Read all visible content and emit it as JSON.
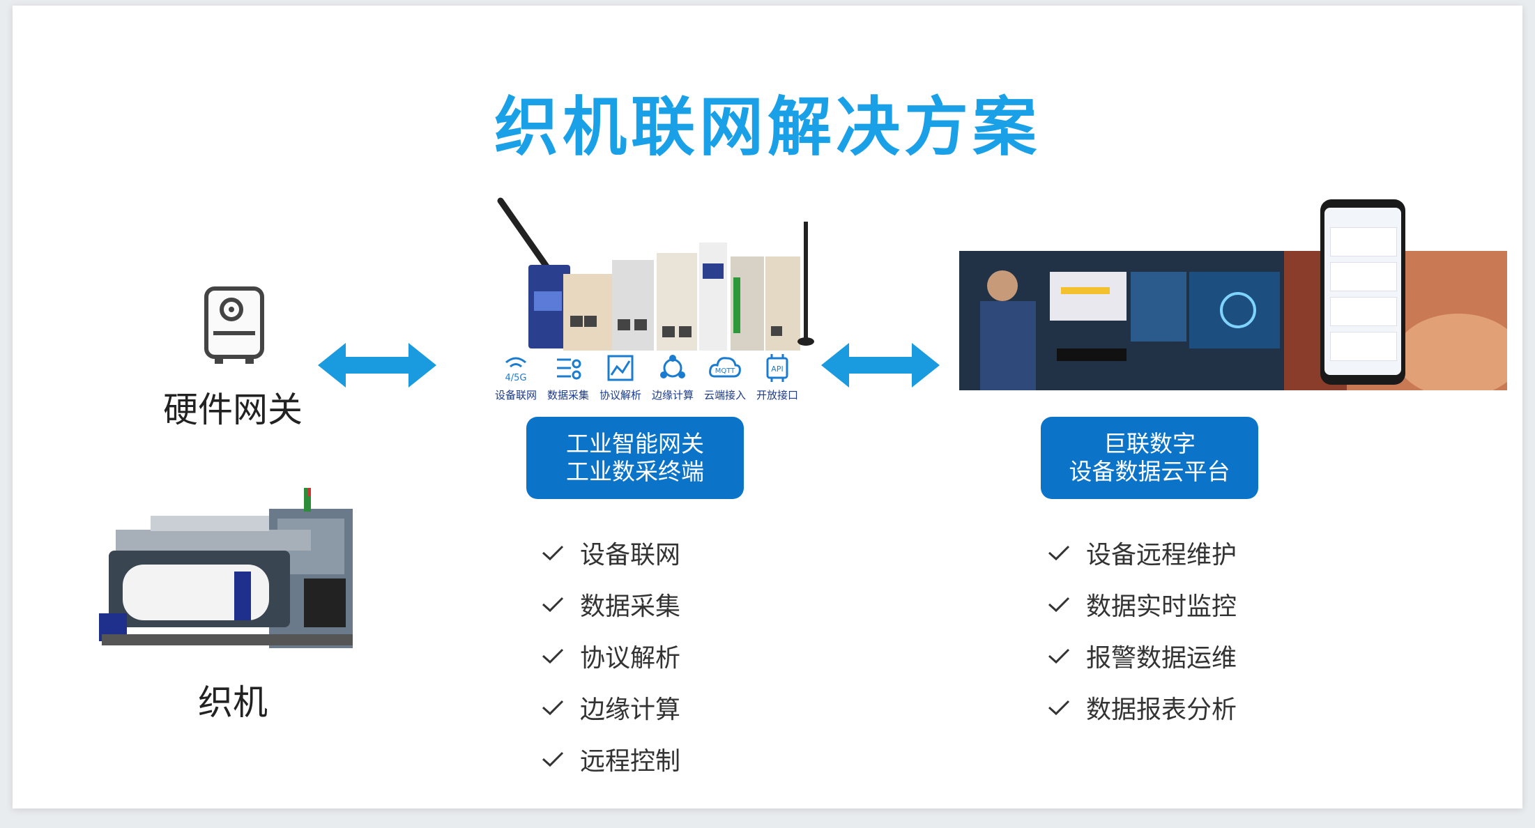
{
  "title": "织机联网解决方案",
  "left": {
    "gateway_label": "硬件网关",
    "loom_label": "织机"
  },
  "middle": {
    "features": [
      {
        "label": "设备联网",
        "icon": "wifi-4g5g-icon",
        "icon_text": "4/5G"
      },
      {
        "label": "数据采集",
        "icon": "data-collect-icon",
        "icon_text": ""
      },
      {
        "label": "协议解析",
        "icon": "chart-line-icon",
        "icon_text": ""
      },
      {
        "label": "边缘计算",
        "icon": "edge-nodes-icon",
        "icon_text": ""
      },
      {
        "label": "云端接入",
        "icon": "cloud-mqtt-icon",
        "icon_text": "MQTT"
      },
      {
        "label": "开放接口",
        "icon": "api-chip-icon",
        "icon_text": "API"
      }
    ],
    "pill_line1": "工业智能网关",
    "pill_line2": "工业数采终端",
    "items": [
      "设备联网",
      "数据采集",
      "协议解析",
      "边缘计算",
      "远程控制"
    ]
  },
  "right": {
    "pill_line1": "巨联数字",
    "pill_line2": "设备数据云平台",
    "items": [
      "设备远程维护",
      "数据实时监控",
      "报警数据运维",
      "数据报表分析"
    ]
  },
  "colors": {
    "title": "#1aa0e6",
    "pill": "#0b74c9",
    "arrow": "#1a9be0"
  }
}
